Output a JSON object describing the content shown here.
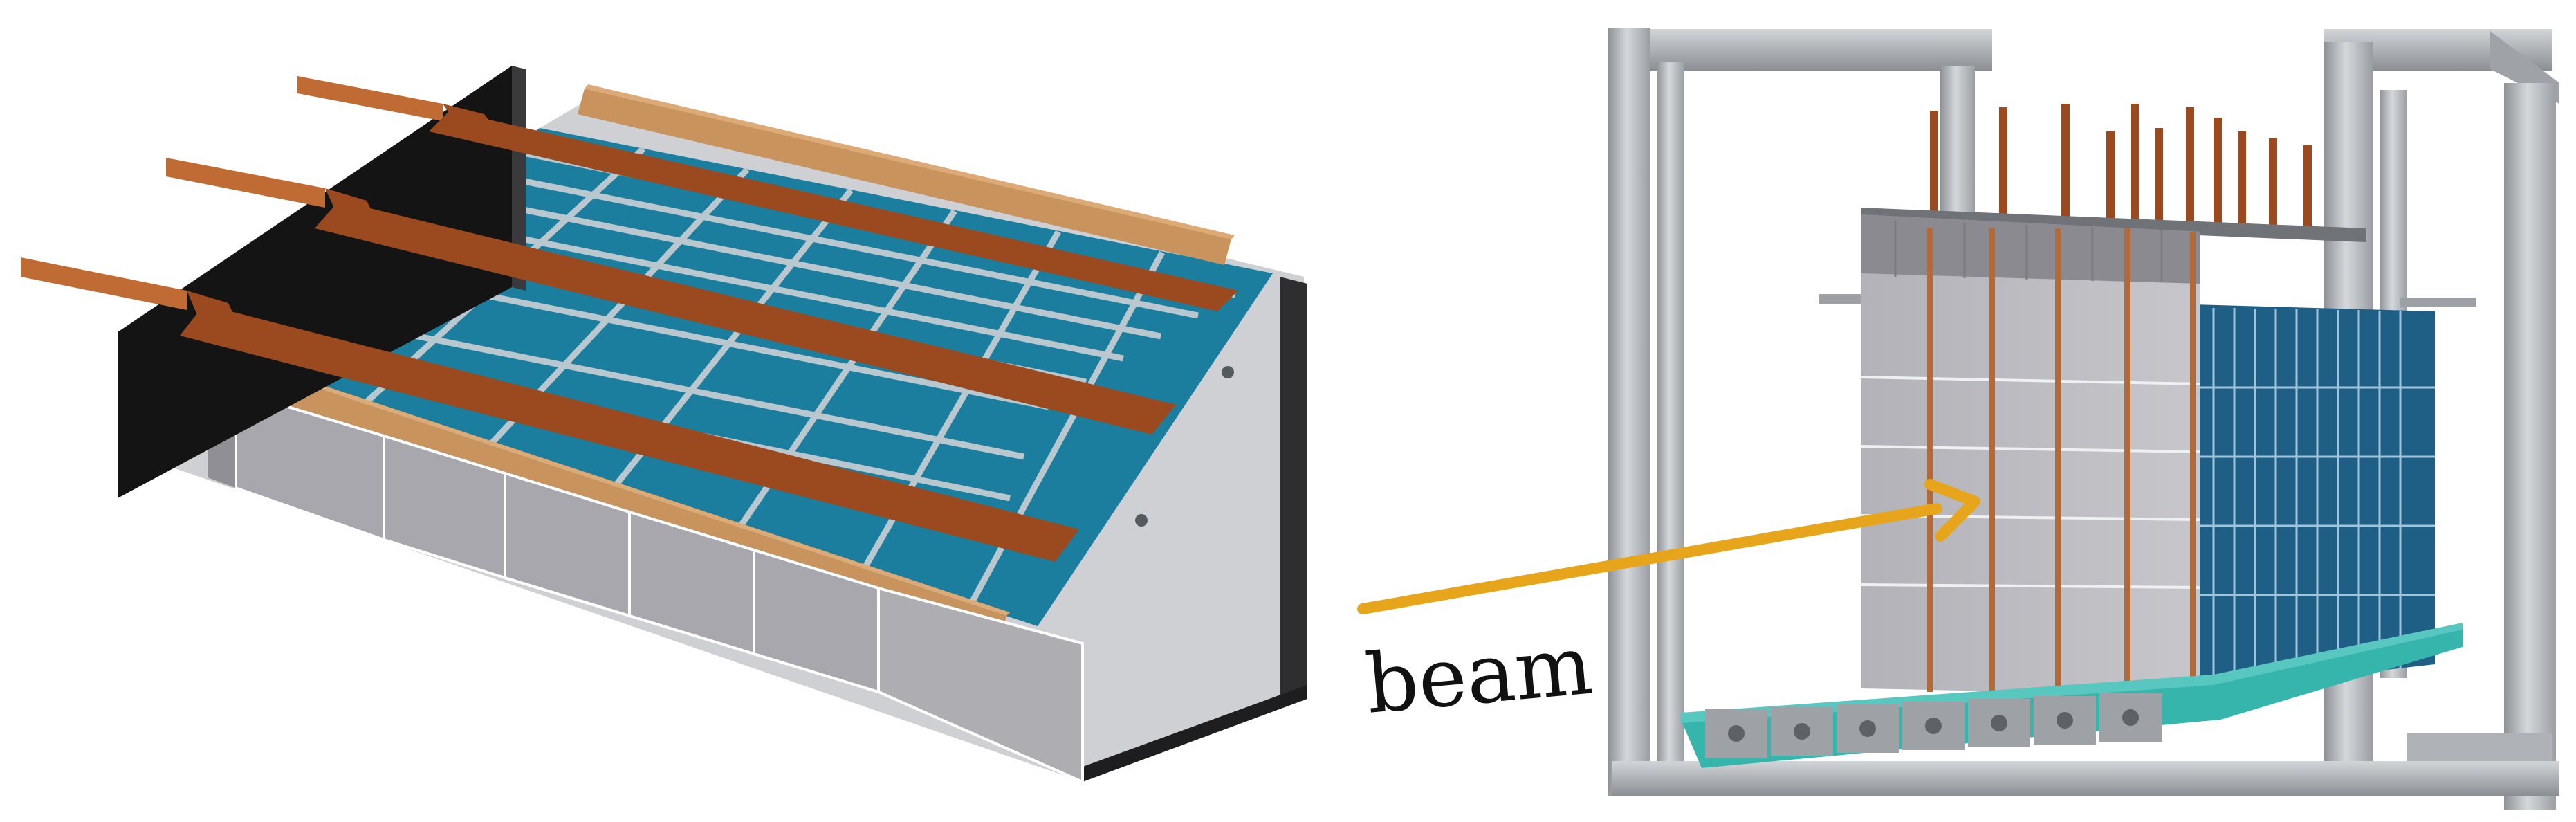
{
  "figure": {
    "left_panel": {
      "components": [
        "cassette-frame",
        "black-end-plate",
        "blue-pad-grid",
        "copper-readout-strip",
        "tan-side-rail",
        "gray-module-block"
      ]
    },
    "right_panel": {
      "components": [
        "aluminium-frame",
        "gray-absorber-stack",
        "blue-layer-side",
        "copper-rod",
        "teal-base-plate",
        "beam-arrow"
      ],
      "beam_label": "beam"
    }
  },
  "colors": {
    "pad_blue": "#1c7e9e",
    "pad_gap": "#b9c7cf",
    "copper": "#9a4a1e",
    "copper_light": "#c06a34",
    "tan": "#c8935c",
    "block_gray": "#a7a7ad",
    "block_light": "#bdbdc2",
    "black_plate": "#141414",
    "frame_gray": "#a9adb1",
    "teal_base": "#36b5ad",
    "beam_arrow": "#e6a51a"
  }
}
